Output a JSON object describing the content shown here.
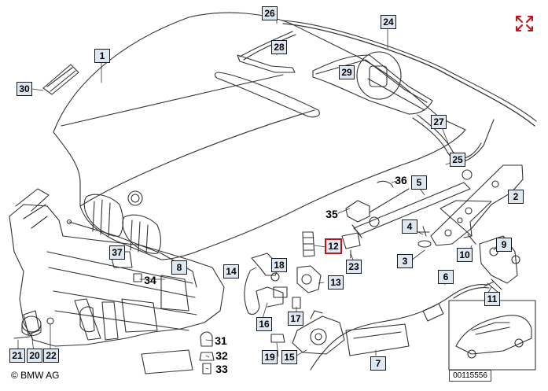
{
  "copyright": "© BMW AG",
  "ref_number": "00115556",
  "colors": {
    "label_fill": "#dde8f2",
    "highlight": "#c81018",
    "line": "#333333"
  },
  "icons": {
    "expand": "expand-arrows-icon",
    "logo": "bmw-roundel"
  },
  "parts": [
    {
      "id": "1"
    },
    {
      "id": "2"
    },
    {
      "id": "3"
    },
    {
      "id": "4"
    },
    {
      "id": "5"
    },
    {
      "id": "6"
    },
    {
      "id": "7"
    },
    {
      "id": "8"
    },
    {
      "id": "9"
    },
    {
      "id": "10"
    },
    {
      "id": "11"
    },
    {
      "id": "12",
      "highlighted": true
    },
    {
      "id": "13"
    },
    {
      "id": "14"
    },
    {
      "id": "15"
    },
    {
      "id": "16"
    },
    {
      "id": "17"
    },
    {
      "id": "18"
    },
    {
      "id": "19"
    },
    {
      "id": "20"
    },
    {
      "id": "21"
    },
    {
      "id": "22"
    },
    {
      "id": "23"
    },
    {
      "id": "24"
    },
    {
      "id": "25"
    },
    {
      "id": "26"
    },
    {
      "id": "27"
    },
    {
      "id": "28"
    },
    {
      "id": "29"
    },
    {
      "id": "30"
    },
    {
      "id": "31"
    },
    {
      "id": "32"
    },
    {
      "id": "33"
    },
    {
      "id": "34"
    },
    {
      "id": "35"
    },
    {
      "id": "36"
    },
    {
      "id": "37"
    }
  ]
}
